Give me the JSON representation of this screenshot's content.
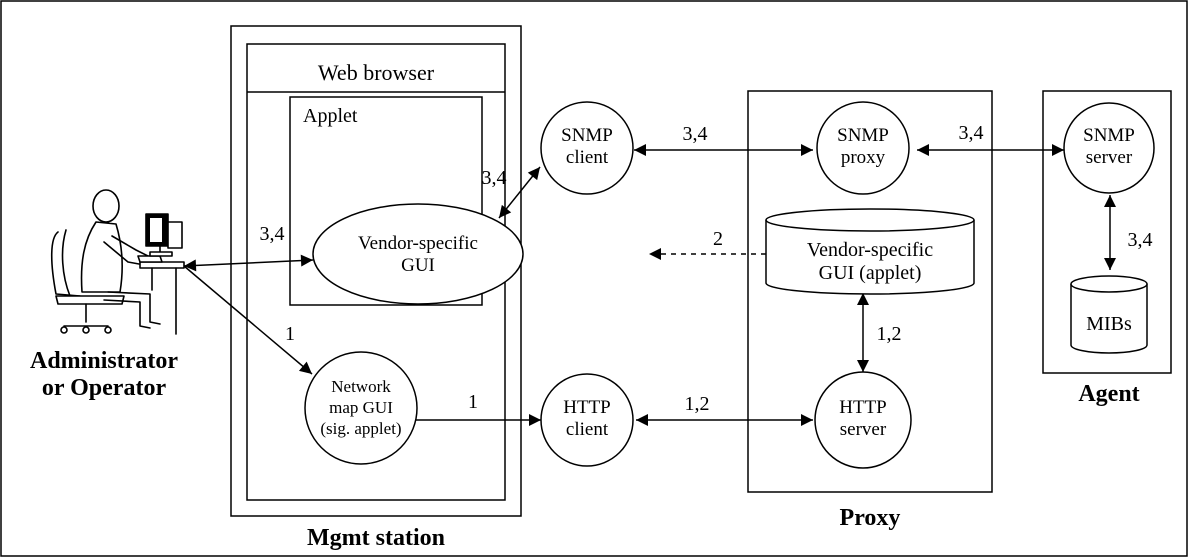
{
  "containers": {
    "mgmt_station_label": "Mgmt station",
    "web_browser_label": "Web browser",
    "applet_label": "Applet",
    "proxy_label": "Proxy",
    "agent_label": "Agent"
  },
  "actor": {
    "label_line1": "Administrator",
    "label_line2": "or Operator"
  },
  "nodes": {
    "snmp_client": [
      "SNMP",
      "client"
    ],
    "vendor_gui": [
      "Vendor-specific",
      "GUI"
    ],
    "network_map": [
      "Network",
      "map GUI",
      "(sig. applet)"
    ],
    "http_client": [
      "HTTP",
      "client"
    ],
    "snmp_proxy": [
      "SNMP",
      "proxy"
    ],
    "vendor_gui_applet": [
      "Vendor-specific",
      "GUI (applet)"
    ],
    "http_server": [
      "HTTP",
      "server"
    ],
    "snmp_server": [
      "SNMP",
      "server"
    ],
    "mibs": [
      "MIBs"
    ]
  },
  "edge_labels": {
    "operator_to_vendor_gui": "3,4",
    "operator_to_network_map": "1",
    "vendor_gui_to_snmp_client": "3,4",
    "snmp_client_to_snmp_proxy": "3,4",
    "snmp_proxy_to_snmp_server": "3,4",
    "vendor_applet_to_vendor_gui": "2",
    "network_map_to_http_client": "1",
    "http_client_to_http_server": "1,2",
    "http_server_to_vendor_applet": "1,2",
    "snmp_server_to_mibs": "3,4"
  }
}
